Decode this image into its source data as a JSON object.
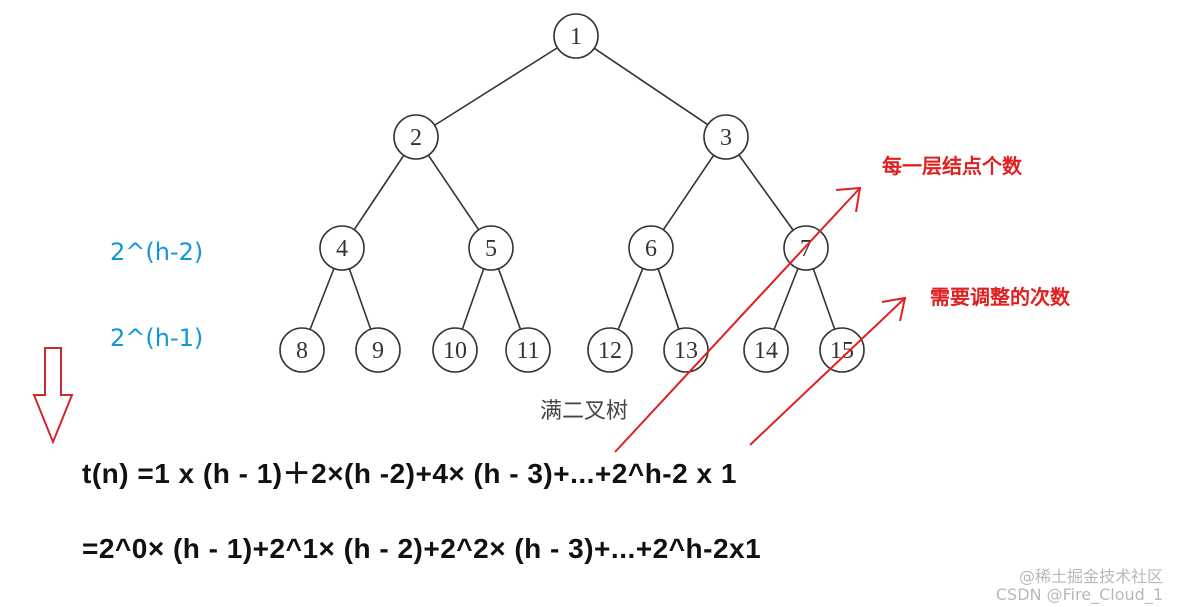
{
  "tree": {
    "nodes": [
      "1",
      "2",
      "3",
      "4",
      "5",
      "6",
      "7",
      "8",
      "9",
      "10",
      "11",
      "12",
      "13",
      "14",
      "15"
    ],
    "caption": "满二叉树",
    "line_color": "#333333"
  },
  "level_labels": {
    "level3": "2^(h-2)",
    "level4": "2^(h-1)",
    "color": "#1296db"
  },
  "annotations": {
    "nodes_per_level": "每一层结点个数",
    "adjust_count": "需要调整的次数",
    "color": "#e02020"
  },
  "formula": {
    "line1": "t(n) =1 x (h - 1)＋2×(h -2)+4× (h - 3)+...+2^h-2 x 1",
    "line2": "=2^0× (h - 1)+2^1× (h - 2)+2^2× (h - 3)+...+2^h-2x1"
  },
  "watermark": {
    "line1": "@稀土掘金技术社区",
    "line2": "CSDN @Fire_Cloud_1"
  },
  "icons": {
    "down_arrow": "down-arrow-outline-icon"
  }
}
